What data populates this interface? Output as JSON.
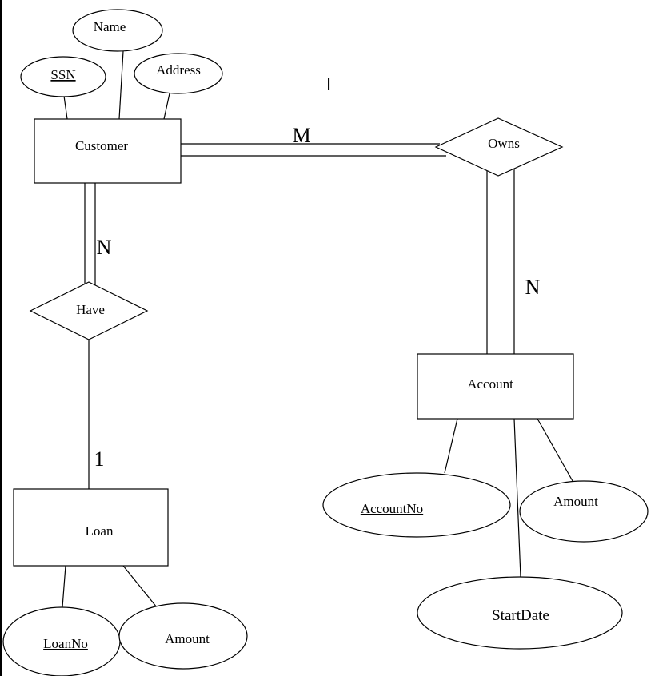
{
  "diagram": {
    "entities": {
      "customer": "Customer",
      "loan": "Loan",
      "account": "Account"
    },
    "relationships": {
      "owns": "Owns",
      "have": "Have"
    },
    "attributes": {
      "name": "Name",
      "ssn": "SSN",
      "address": "Address",
      "account_no": "AccountNo",
      "account_amount": "Amount",
      "start_date": "StartDate",
      "loan_no": "LoanNo",
      "loan_amount": "Amount"
    },
    "cardinalities": {
      "customer_owns": "M",
      "owns_account": "N",
      "customer_have": "N",
      "have_loan": "1"
    },
    "cursor_mark": "I"
  }
}
